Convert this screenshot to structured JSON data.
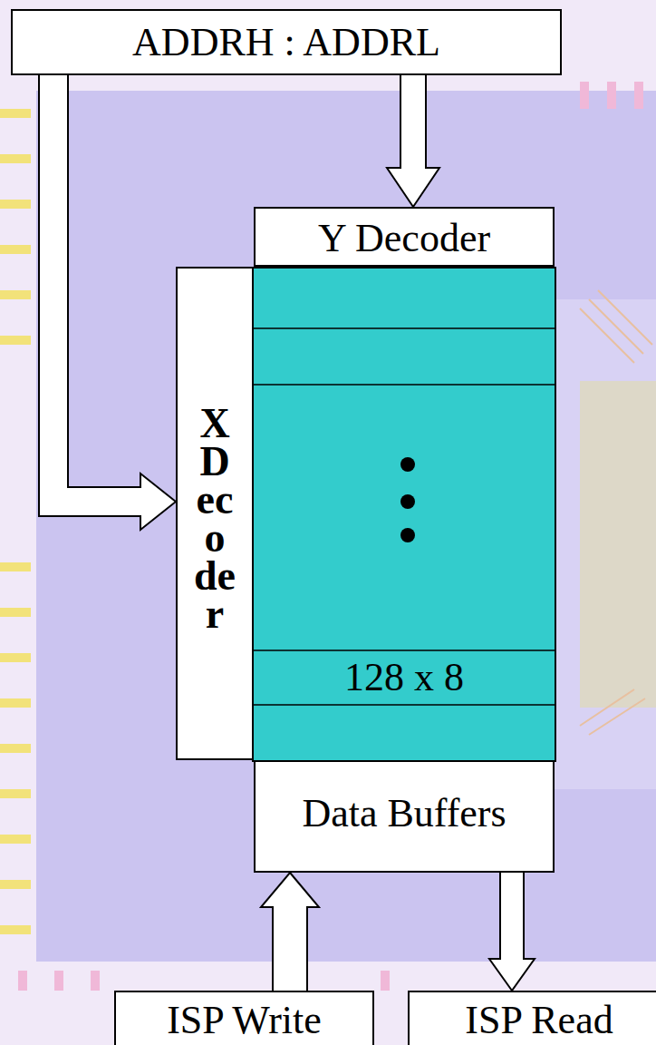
{
  "diagram": {
    "nodes": [
      {
        "text": [
          "ADDRH : ADDRL"
        ]
      },
      {
        "text": [
          "Y Decoder"
        ]
      },
      {
        "text": [
          "X Decoder"
        ]
      },
      {
        "text": [
          "128 x 8"
        ]
      },
      {
        "text": [
          "Data Buffers"
        ]
      },
      {
        "text": [
          "ISP Write"
        ]
      },
      {
        "text": [
          "ISP Read"
        ]
      }
    ],
    "edges": [
      {
        "from": 0,
        "to": 2,
        "arrow": "to"
      },
      {
        "from": 0,
        "to": 1,
        "arrow": "to"
      },
      {
        "from": 5,
        "to": 4,
        "arrow": "to"
      },
      {
        "from": 4,
        "to": 6,
        "arrow": "to"
      }
    ]
  }
}
